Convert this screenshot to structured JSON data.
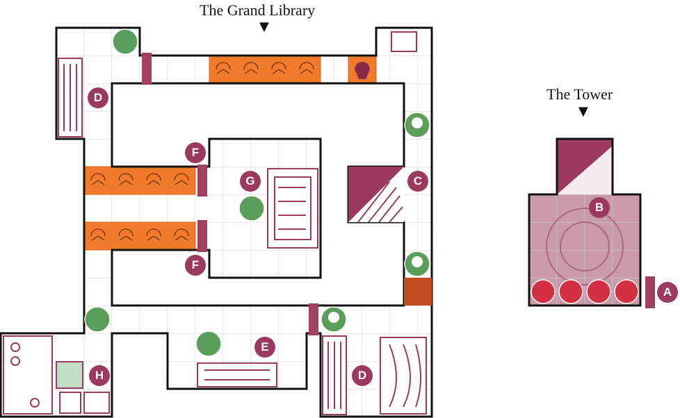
{
  "titles": {
    "library": "The Grand Library",
    "tower": "The Tower",
    "arrow": "▼"
  },
  "colors": {
    "wall": "#111111",
    "grid": "#d2d2d2",
    "door": "#a04060",
    "furniture": "#9b3a5e",
    "monster_token": "#5a9e5a",
    "trap_tile": "#f07b2c",
    "tower_floor": "#c99aaa",
    "badge": "#9b3a5e",
    "hero": "#d43044"
  },
  "markers": {
    "A": "A",
    "B": "B",
    "C": "C",
    "D": "D",
    "E": "E",
    "F": "F",
    "G": "G",
    "H": "H"
  },
  "icons": {
    "monster_tokens": [
      "spider-icon",
      "skull-icon",
      "minotaur-icon"
    ],
    "heroes": [
      "barbarian-icon",
      "dwarf-icon",
      "elf-icon",
      "wizard-icon"
    ],
    "furniture": [
      "bookcase-icon",
      "table-icon",
      "throne-icon",
      "alchemist-bench-icon",
      "door-icon",
      "stairs-icon"
    ]
  }
}
